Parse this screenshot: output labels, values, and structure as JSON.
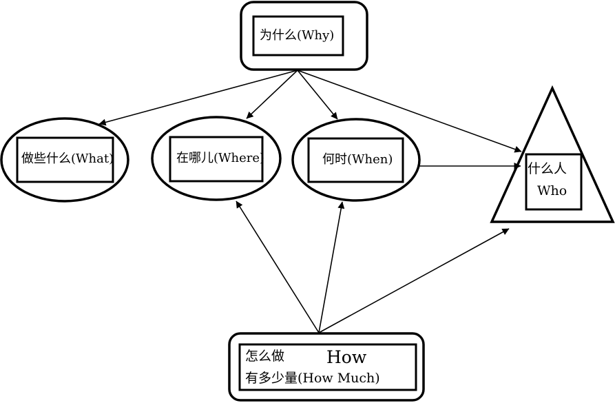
{
  "nodes": {
    "why": {
      "label": "为什么(Why)"
    },
    "what": {
      "label": "做些什么(What)"
    },
    "where": {
      "label": "在哪儿(Where)"
    },
    "when": {
      "label": "何时(When)"
    },
    "who": {
      "label_line1": "什么人",
      "label_line2": "Who"
    },
    "how": {
      "label_cn": "怎么做",
      "label_en": "How",
      "label_line2": "有多少量(How Much)"
    }
  },
  "colors": {
    "stroke": "#000000",
    "background": "#ffffff"
  }
}
